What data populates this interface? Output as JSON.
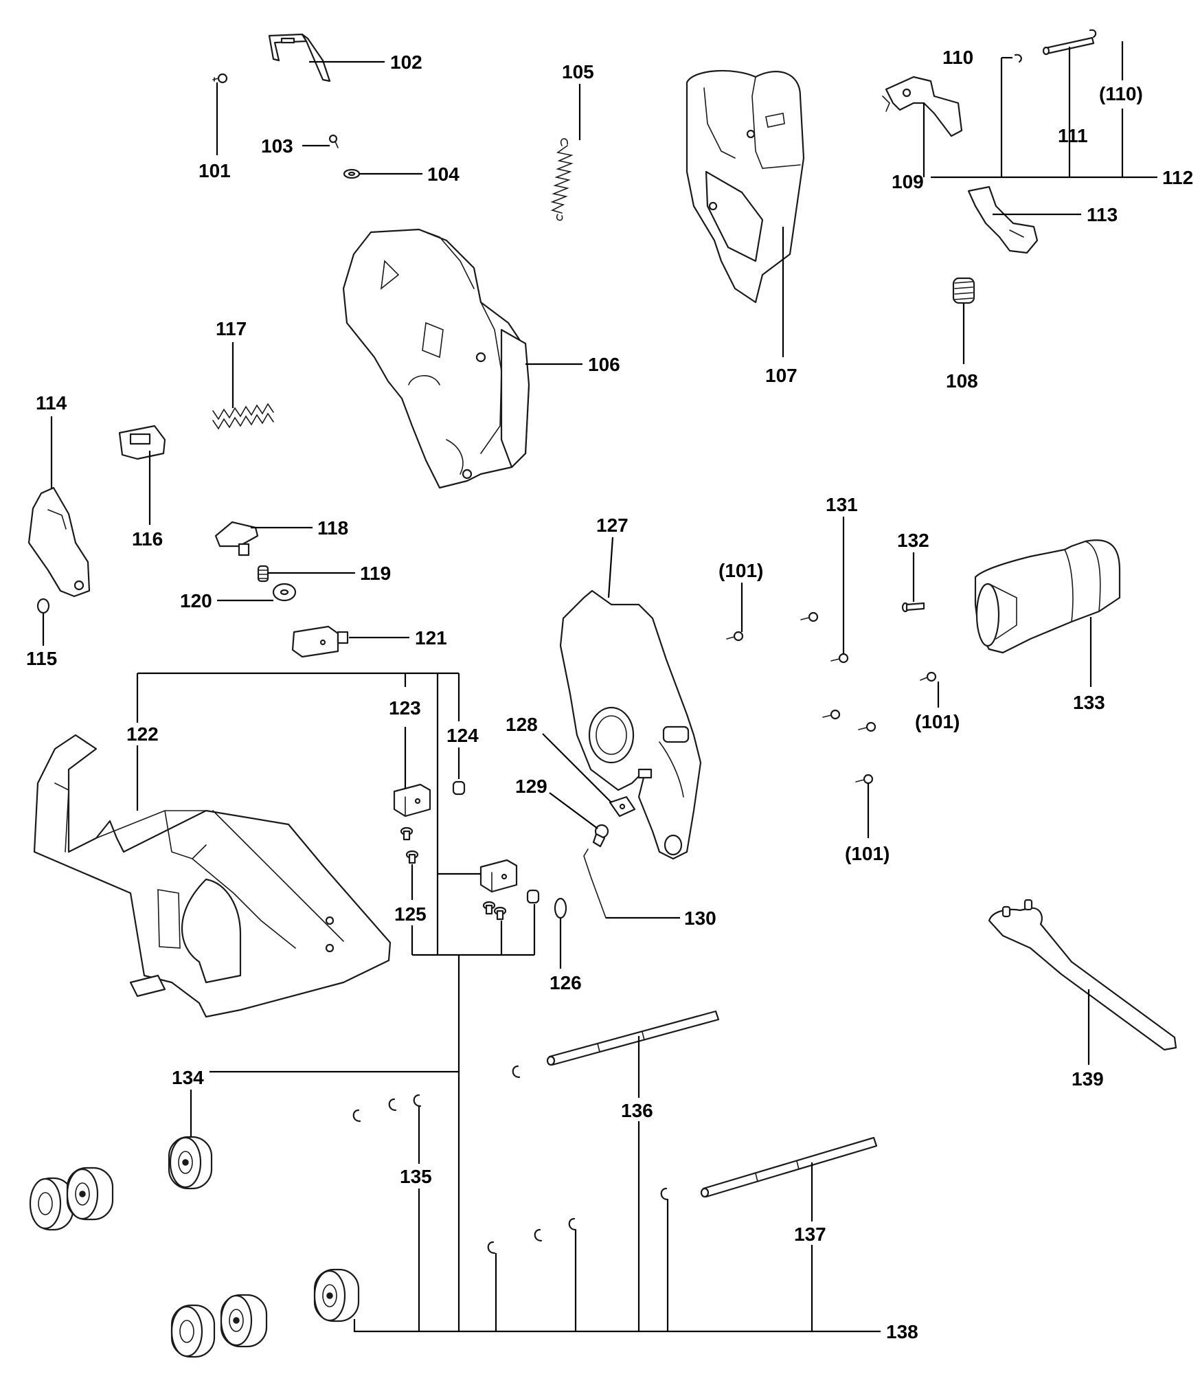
{
  "callouts": {
    "c101a": "101",
    "c101b": "(101)",
    "c101c": "(101)",
    "c101d": "(101)",
    "c102": "102",
    "c103": "103",
    "c104": "104",
    "c105": "105",
    "c106": "106",
    "c107": "107",
    "c108": "108",
    "c109": "109",
    "c110a": "110",
    "c110b": "(110)",
    "c111": "111",
    "c112": "112",
    "c113": "113",
    "c114": "114",
    "c115": "115",
    "c116": "116",
    "c117": "117",
    "c118": "118",
    "c119": "119",
    "c120": "120",
    "c121": "121",
    "c122": "122",
    "c123": "123",
    "c124": "124",
    "c125": "125",
    "c126": "126",
    "c127": "127",
    "c128": "128",
    "c129": "129",
    "c130": "130",
    "c131": "131",
    "c132": "132",
    "c133": "133",
    "c134": "134",
    "c135": "135",
    "c136": "136",
    "c137": "137",
    "c138": "138",
    "c139": "139"
  }
}
